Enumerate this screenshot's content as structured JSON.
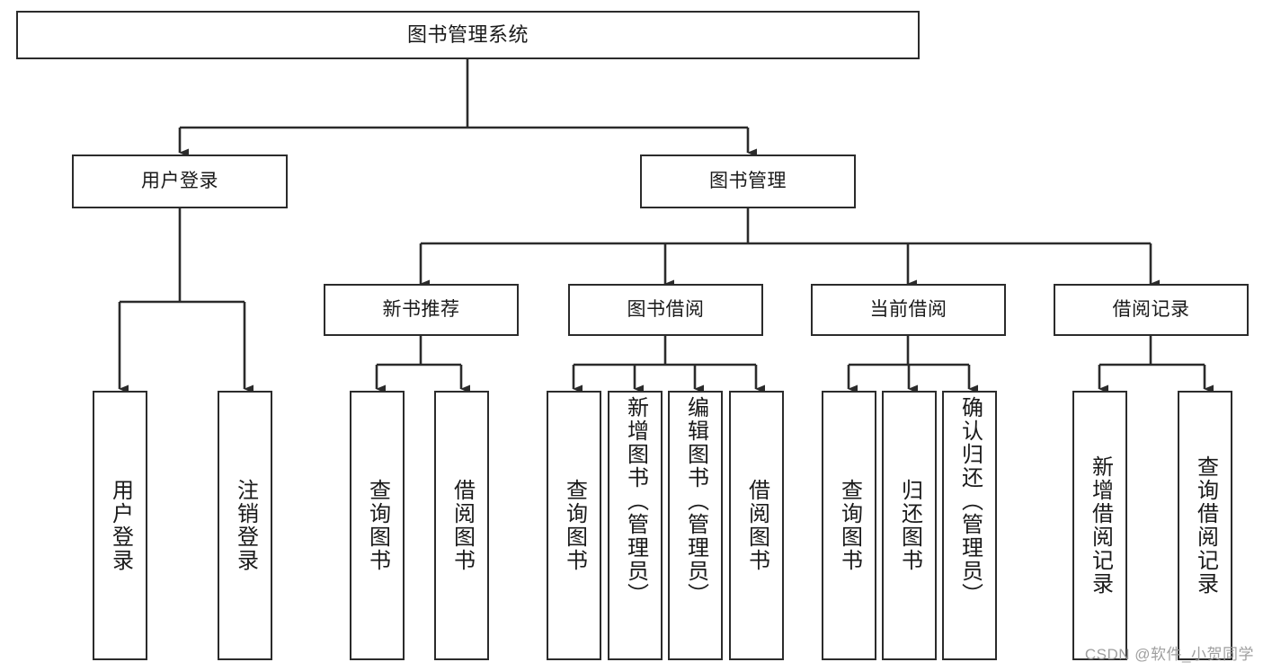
{
  "diagram": {
    "title": "图书管理系统",
    "type": "tree",
    "watermark": "CSDN @软件_小贺同学",
    "colors": {
      "stroke": "#2b2b2b",
      "fill": "#ffffff",
      "text": "#1a1a1a",
      "watermark": "#9a9a9a"
    },
    "nodes": {
      "root": "图书管理系统",
      "level1": [
        "用户登录",
        "图书管理"
      ],
      "level2": [
        "新书推荐",
        "图书借阅",
        "当前借阅",
        "借阅记录"
      ],
      "leaves": {
        "user_login": [
          "用户登录",
          "注销登录"
        ],
        "new_book_recommend": [
          "查询图书",
          "借阅图书"
        ],
        "book_borrow": [
          "查询图书",
          "新增图书（管理员）",
          "编辑图书（管理员）",
          "借阅图书"
        ],
        "current_borrow": [
          "查询图书",
          "归还图书",
          "确认归还（管理员）"
        ],
        "borrow_record": [
          "新增借阅记录",
          "查询借阅记录"
        ]
      }
    },
    "edges": [
      {
        "from": "图书管理系统",
        "to": "用户登录"
      },
      {
        "from": "图书管理系统",
        "to": "图书管理"
      },
      {
        "from": "用户登录",
        "to": "用户登录"
      },
      {
        "from": "用户登录",
        "to": "注销登录"
      },
      {
        "from": "图书管理",
        "to": "新书推荐"
      },
      {
        "from": "图书管理",
        "to": "图书借阅"
      },
      {
        "from": "图书管理",
        "to": "当前借阅"
      },
      {
        "from": "图书管理",
        "to": "借阅记录"
      },
      {
        "from": "新书推荐",
        "to": "查询图书"
      },
      {
        "from": "新书推荐",
        "to": "借阅图书"
      },
      {
        "from": "图书借阅",
        "to": "查询图书"
      },
      {
        "from": "图书借阅",
        "to": "新增图书（管理员）"
      },
      {
        "from": "图书借阅",
        "to": "编辑图书（管理员）"
      },
      {
        "from": "图书借阅",
        "to": "借阅图书"
      },
      {
        "from": "当前借阅",
        "to": "查询图书"
      },
      {
        "from": "当前借阅",
        "to": "归还图书"
      },
      {
        "from": "当前借阅",
        "to": "确认归还（管理员）"
      },
      {
        "from": "借阅记录",
        "to": "新增借阅记录"
      },
      {
        "from": "借阅记录",
        "to": "查询借阅记录"
      }
    ]
  }
}
